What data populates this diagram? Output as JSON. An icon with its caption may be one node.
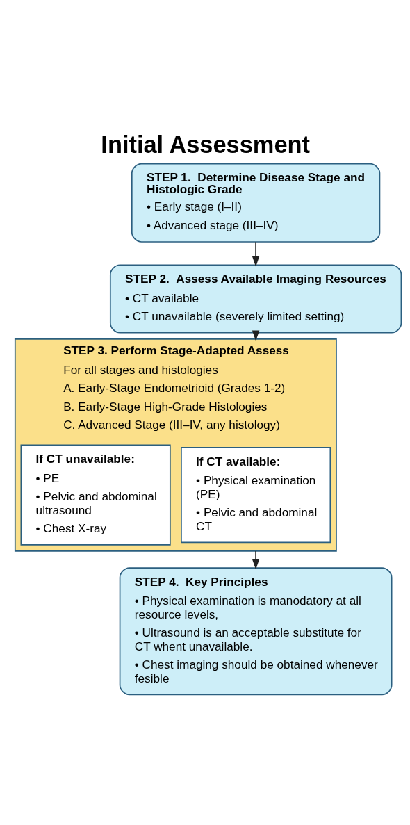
{
  "diagram": {
    "title": "Initial Assessment",
    "nodes": [
      {
        "text": [
          "STEP 1.  Determine Disease Stage and Histologic Grade",
          "• Early stage (I–II)",
          "• Advanced stage (III–IV)"
        ]
      },
      {
        "text": [
          "STEP 2.  Assess Available Imaging Resources",
          "• CT available",
          "• CT unavailable (severely limited setting)"
        ]
      },
      {
        "text": [
          "STEP 3. Perform Stage-Adapted Assess",
          "For all stages and histologies",
          "A. Early-Stage Endometrioid (Grades 1-2)",
          "B. Early-Stage High-Grade Histologies",
          "C. Advanced Stage (III–IV, any histology)"
        ]
      },
      {
        "text": [
          "If CT available:",
          "• Physical examination (PE)",
          "• Pelvic and abdominal CT"
        ],
        "in": 2
      },
      {
        "text": [
          "If CT unavailable:",
          "• PE",
          "• Pelvic and abdominal ultrasound",
          "• Chest X-ray"
        ],
        "in": 2
      },
      {
        "text": [
          "STEP 4.  Key Principles",
          "• Physical examination is manodatory at all resource levels,",
          "• Ultrasound is an acceptable substitute for CT whent unavailable.",
          "• Chest imaging should be obtained whenever fesible"
        ]
      }
    ],
    "edges": [
      {
        "from": 0,
        "to": 1,
        "arrow": "to"
      },
      {
        "from": 1,
        "to": 2,
        "arrow": "to"
      },
      {
        "from": 2,
        "to": 5,
        "arrow": "to"
      }
    ]
  }
}
